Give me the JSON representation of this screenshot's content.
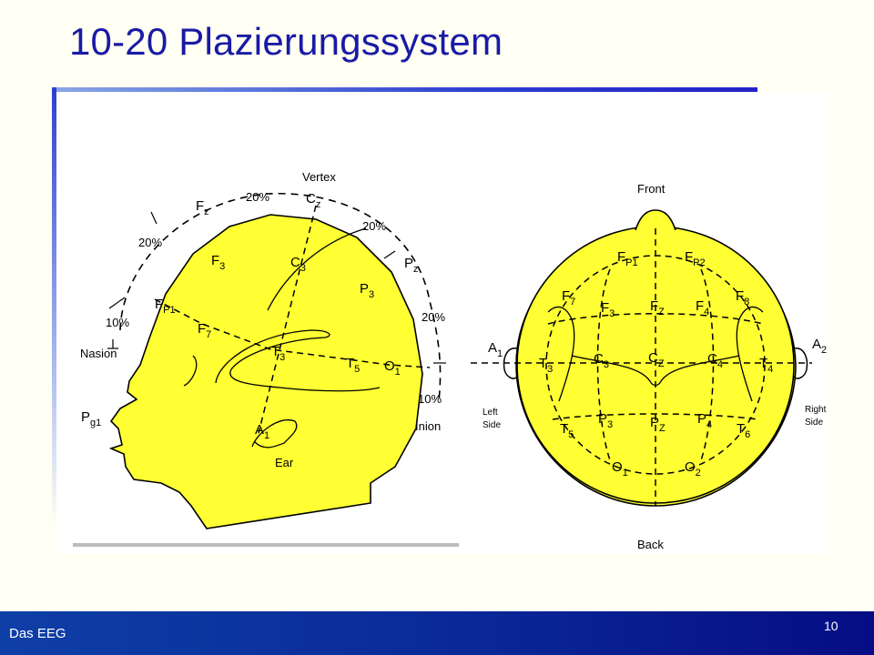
{
  "slide": {
    "title": "10-20 Plazierungssystem",
    "footer_left": "Das EEG",
    "page_number": "10"
  },
  "side_view": {
    "landmarks": {
      "vertex": "Vertex",
      "nasion": "Nasion",
      "inion": "Inion",
      "ear": "Ear"
    },
    "percentages": {
      "p20_left": "20%",
      "p20_top_left": "20%",
      "p20_top_right": "20%",
      "p20_right": "20%",
      "p10_front": "10%",
      "p10_back": "10%"
    },
    "electrodes": {
      "fz": {
        "main": "F",
        "sub": "z"
      },
      "cz": {
        "main": "C",
        "sub": "z"
      },
      "pz": {
        "main": "P",
        "sub": "z"
      },
      "f3": {
        "main": "F",
        "sub": "3"
      },
      "c3": {
        "main": "C",
        "sub": "3"
      },
      "p3": {
        "main": "P",
        "sub": "3"
      },
      "fp1": {
        "main": "F",
        "sub": "P1"
      },
      "f7": {
        "main": "F",
        "sub": "7"
      },
      "t3": {
        "main": "T",
        "sub": "3"
      },
      "t5": {
        "main": "T",
        "sub": "5"
      },
      "o1": {
        "main": "O",
        "sub": "1"
      },
      "a1": {
        "main": "A",
        "sub": "1"
      },
      "pg1": {
        "main": "P",
        "sub": "g1"
      }
    }
  },
  "top_view": {
    "landmarks": {
      "front": "Front",
      "back": "Back",
      "left_side_1": "Left",
      "left_side_2": "Side",
      "right_side_1": "Right",
      "right_side_2": "Side"
    },
    "electrodes": {
      "fp1": {
        "main": "F",
        "sub": "P1"
      },
      "fp2": {
        "main": "F",
        "sub": "P2"
      },
      "f7": {
        "main": "F",
        "sub": "7"
      },
      "f8": {
        "main": "F",
        "sub": "8"
      },
      "f3": {
        "main": "F",
        "sub": "3"
      },
      "fz": {
        "main": "F",
        "sub": "Z"
      },
      "f4": {
        "main": "F",
        "sub": "4"
      },
      "a1": {
        "main": "A",
        "sub": "1"
      },
      "a2": {
        "main": "A",
        "sub": "2"
      },
      "t3": {
        "main": "T",
        "sub": "3"
      },
      "c3": {
        "main": "C",
        "sub": "3"
      },
      "cz": {
        "main": "C",
        "sub": "Z"
      },
      "c4": {
        "main": "C",
        "sub": "4"
      },
      "t4": {
        "main": "T",
        "sub": "4"
      },
      "p3": {
        "main": "P",
        "sub": "3"
      },
      "pz": {
        "main": "P",
        "sub": "Z"
      },
      "p4": {
        "main": "P",
        "sub": "4"
      },
      "t5": {
        "main": "T",
        "sub": "5"
      },
      "t6": {
        "main": "T",
        "sub": "6"
      },
      "o1": {
        "main": "O",
        "sub": "1"
      },
      "o2": {
        "main": "O",
        "sub": "2"
      }
    }
  },
  "colors": {
    "title": "#1a1aa6",
    "head_fill": "#ffff33",
    "footer": "#0a2a9a"
  }
}
